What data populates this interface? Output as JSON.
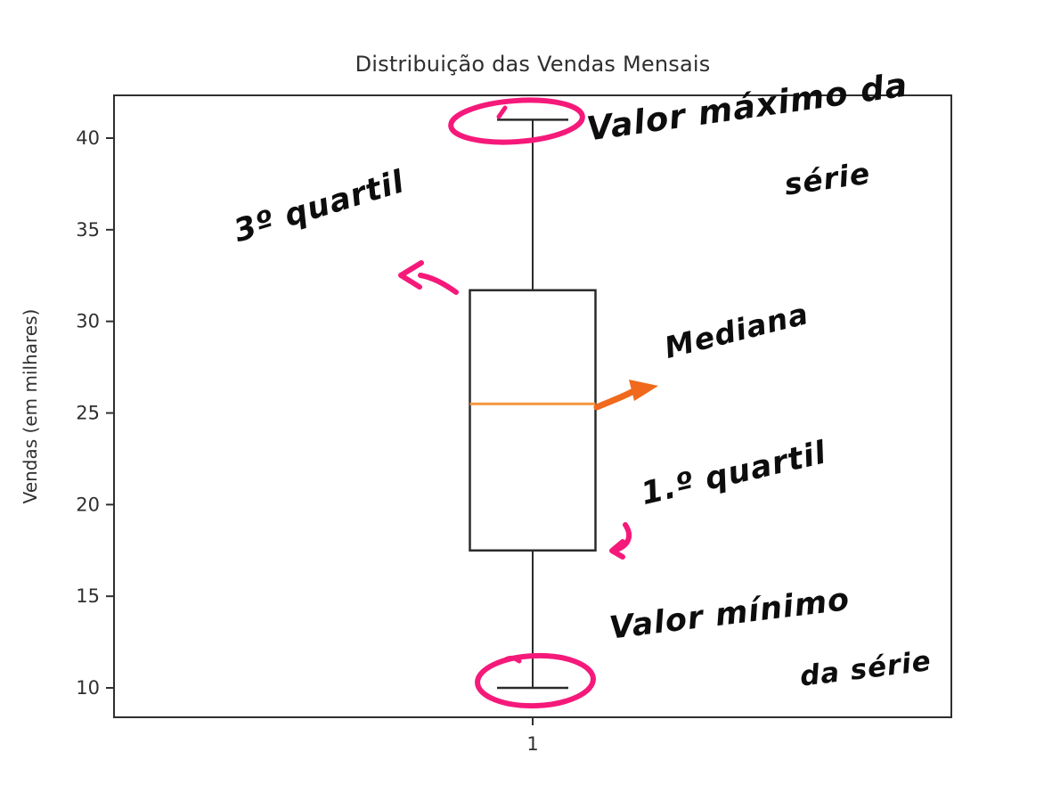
{
  "chart_data": {
    "type": "boxplot",
    "title": "Distribuição das Vendas Mensais",
    "xlabel": "",
    "ylabel": "Vendas (em milhares)",
    "xticklabels": [
      "1"
    ],
    "yticks": [
      10,
      15,
      20,
      25,
      30,
      35,
      40
    ],
    "ylim": [
      8.4,
      42.3
    ],
    "grid": false,
    "series": [
      {
        "name": "1",
        "min": 10,
        "q1": 17.5,
        "median": 25.5,
        "q3": 31.7,
        "max": 41,
        "outliers": []
      }
    ]
  },
  "annotations": {
    "max": {
      "line1": "Valor máximo da",
      "line2": "série"
    },
    "q3": {
      "label": "3º quartil"
    },
    "median": {
      "label": "Mediana"
    },
    "q1": {
      "label": "1.º quartil"
    },
    "min": {
      "line1": "Valor mínimo",
      "line2": "da série"
    }
  },
  "colors": {
    "background": "#ffffff",
    "axis": "#2f2f2f",
    "box_stroke": "#2b2b2b",
    "median_line": "#f5953f",
    "highlight_pink": "#f5197a",
    "arrow_orange": "#f0691c",
    "handwriting_ink": "#0d0d0d"
  }
}
